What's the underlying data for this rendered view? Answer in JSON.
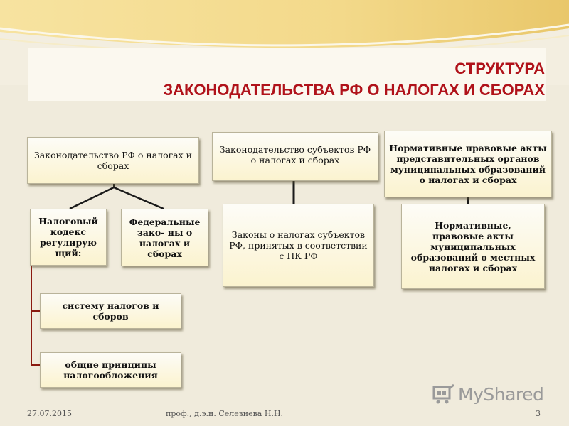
{
  "title": {
    "line1": "СТРУКТУРА",
    "line2": "ЗАКОНОДАТЕЛЬСТВА РФ О НАЛОГАХ И СБОРАХ"
  },
  "boxes": {
    "federal_law": "Законодательство РФ о налогах и сборах",
    "tax_code": "Налоговый кодекс регулирую щий:",
    "federal_laws": "Федеральные зако- ны о налогах и сборах",
    "tax_system": "систему налогов и сборов",
    "principles": "общие принципы налогообложения",
    "regional_law": "Законодательство субъектов РФ о налогах и сборах",
    "regional_laws": "Законы о налогах субъектов РФ, принятых в соответствии с НК РФ",
    "municipal_acts": "Нормативные правовые акты представительных органов муниципальных образований о налогах и сборах",
    "municipal_local": "Нормативные, правовые акты муниципальных образований о местных налогах и сборах"
  },
  "footer": {
    "date": "27.07.2015",
    "author": "проф., д.э.н. Селезнева Н.Н.",
    "page": "3"
  },
  "watermark": "MyShared",
  "colors": {
    "title": "#b0121a",
    "connector": "#1a1a1a",
    "tree_line": "#8a1a10",
    "background": "#f0ebdc"
  }
}
